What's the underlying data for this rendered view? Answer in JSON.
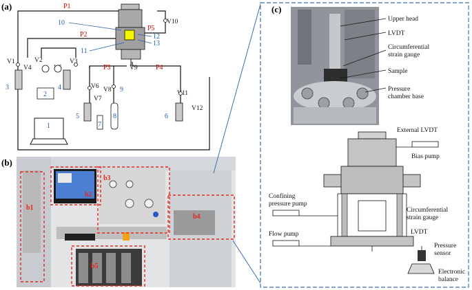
{
  "panels": {
    "a": {
      "tag": "(a)"
    },
    "b": {
      "tag": "(b)"
    },
    "c": {
      "tag": "(c)"
    }
  },
  "schematic": {
    "pipes": [
      "P1",
      "P2",
      "P3",
      "P4",
      "P5"
    ],
    "valves": [
      "V1",
      "V2",
      "V3",
      "V4",
      "V5",
      "V6",
      "V7",
      "V8",
      "V9",
      "V10",
      "V11",
      "V12"
    ],
    "numbers": [
      "1",
      "2",
      "3",
      "4",
      "5",
      "6",
      "7",
      "8",
      "9",
      "10",
      "11",
      "12",
      "13"
    ]
  },
  "photo_regions": [
    "b1",
    "b2",
    "b3",
    "b4",
    "b5"
  ],
  "callouts": {
    "photo": [
      "Upper head",
      "LVDT",
      "Circumferential strain gauge",
      "Sample",
      "Pressure chamber base"
    ],
    "cell": {
      "external_lvdt": "External LVDT",
      "bias_pump": "Bias pump",
      "confining_pump": "Confining pressure pump",
      "circ_gauge": "Circumferential strain gauge",
      "lvdt": "LVDT",
      "flow_pump": "Flow pump",
      "pressure_sensor": "Pressure sensor",
      "balance": "Electronic balance"
    }
  },
  "colors": {
    "pipe_label": "#d00000",
    "number_label": "#1f5fa8",
    "region_box": "#e8251c",
    "zoom_box": "#3b6fb0"
  }
}
